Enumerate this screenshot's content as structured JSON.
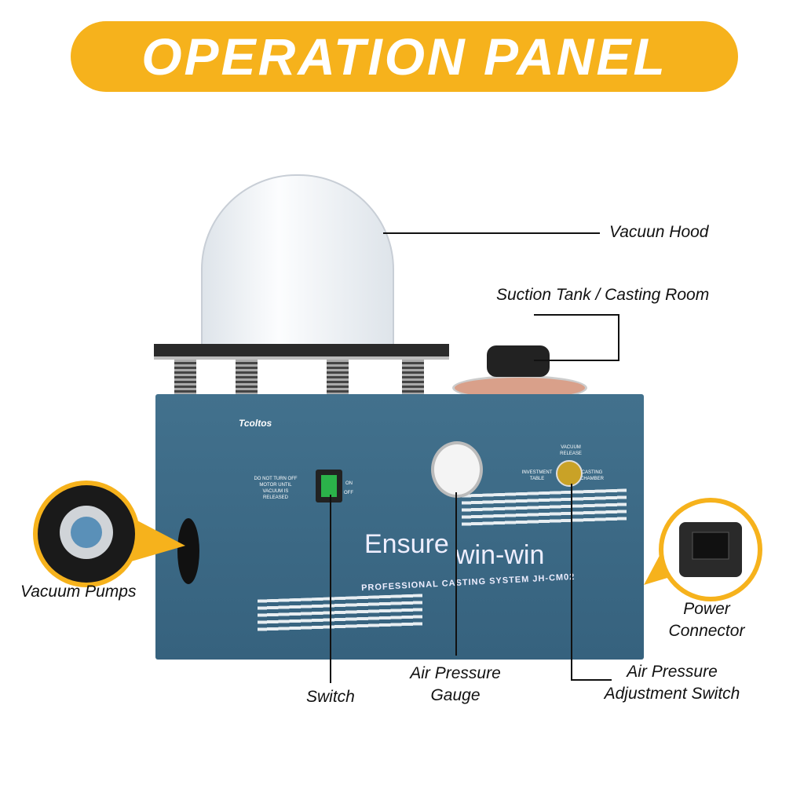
{
  "banner": {
    "title": "OPERATION PANEL"
  },
  "labels": {
    "vacuum_hood": "Vacuun Hood",
    "suction_tank": "Suction Tank / Casting Room",
    "vacuum_pumps": "Vacuum Pumps",
    "power_connector_1": "Power",
    "power_connector_2": "Connector",
    "switch": "Switch",
    "gauge_1": "Air Pressure",
    "gauge_2": "Gauge",
    "adjust_1": "Air Pressure",
    "adjust_2": "Adjustment Switch"
  },
  "machine": {
    "brand": "Tcoltos",
    "warning": "DO NOT TURN OFF MOTOR UNTIL VACUUM IS RELEASED",
    "switch_on": "ON",
    "switch_off": "OFF",
    "valve_top": "VACUUM RELEASE",
    "valve_left": "INVESTMENT TABLE",
    "valve_right": "CASTING CHAMBER",
    "slogan_1": "Ensure",
    "slogan_2": "win-win",
    "model": "PROFESSIONAL CASTING SYSTEM JH-CM02"
  },
  "colors": {
    "accent": "#f6b21c",
    "body": "#3d6a85"
  }
}
